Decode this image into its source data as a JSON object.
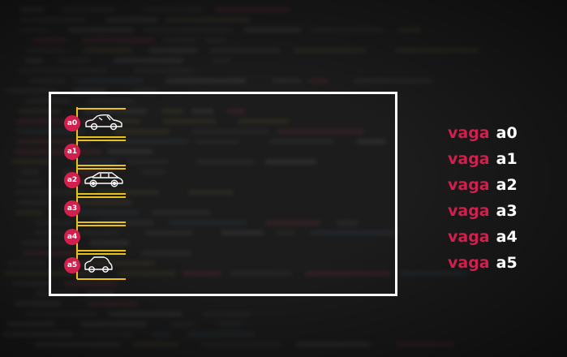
{
  "parking_lot": {
    "spots": [
      {
        "id": "a0",
        "vehicle": "sedan"
      },
      {
        "id": "a1",
        "vehicle": null
      },
      {
        "id": "a2",
        "vehicle": "hatchback"
      },
      {
        "id": "a3",
        "vehicle": null
      },
      {
        "id": "a4",
        "vehicle": null
      },
      {
        "id": "a5",
        "vehicle": "compact"
      }
    ]
  },
  "legend": {
    "rows": [
      {
        "word": "vaga",
        "id": "a0"
      },
      {
        "word": "vaga",
        "id": "a1"
      },
      {
        "word": "vaga",
        "id": "a2"
      },
      {
        "word": "vaga",
        "id": "a3"
      },
      {
        "word": "vaga",
        "id": "a4"
      },
      {
        "word": "vaga",
        "id": "a5"
      }
    ]
  },
  "colors": {
    "accent": "#d11f4e",
    "lane_line": "#e8c21a",
    "frame": "#ffffff",
    "background": "#1c1c1c"
  }
}
